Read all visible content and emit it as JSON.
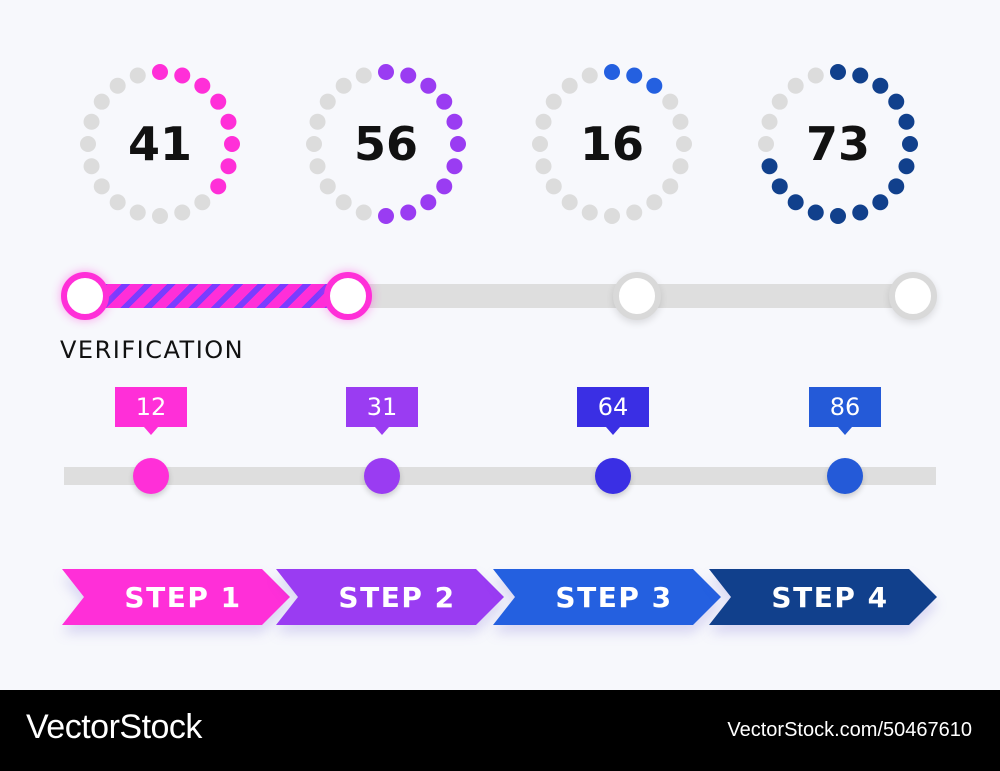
{
  "rings": [
    {
      "value": "41",
      "percent": 41,
      "color": "#ff2fd8"
    },
    {
      "value": "56",
      "percent": 56,
      "color": "#9a3cf2"
    },
    {
      "value": "16",
      "percent": 16,
      "color": "#2460e0"
    },
    {
      "value": "73",
      "percent": 73,
      "color": "#11408c"
    }
  ],
  "progress": {
    "label": "VERIFICATION",
    "completed_nodes": 2,
    "total_nodes": 4,
    "active_color": "#ff2fd8",
    "inactive_color": "#d9d9d9"
  },
  "markers": [
    {
      "value": "12",
      "color": "#ff2fd8"
    },
    {
      "value": "31",
      "color": "#9a3cf2"
    },
    {
      "value": "64",
      "color": "#3a2fe4"
    },
    {
      "value": "86",
      "color": "#245ad8"
    }
  ],
  "steps": [
    {
      "label": "STEP 1",
      "color": "#ff2fd8"
    },
    {
      "label": "STEP 2",
      "color": "#9a3cf2"
    },
    {
      "label": "STEP 3",
      "color": "#2460e0"
    },
    {
      "label": "STEP 4",
      "color": "#11408c"
    }
  ],
  "footer": {
    "brand": "VectorStock",
    "credit": "VectorStock.com/50467610"
  }
}
